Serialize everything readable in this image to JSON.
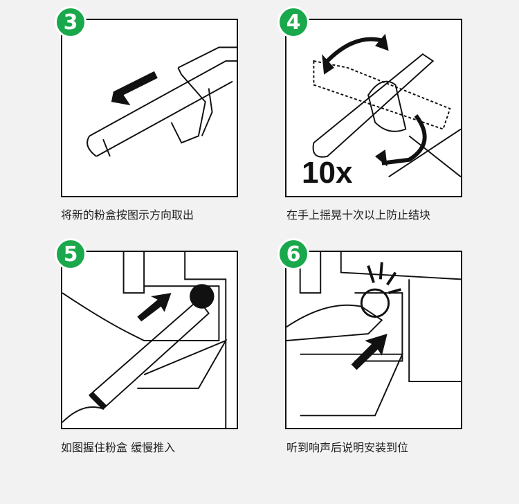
{
  "steps": [
    {
      "number": "3",
      "caption": "将新的粉盒按图示方向取出"
    },
    {
      "number": "4",
      "caption": "在手上摇晃十次以上防止结块",
      "overlay_text": "10x"
    },
    {
      "number": "5",
      "caption": "如图握住粉盒 缓慢推入"
    },
    {
      "number": "6",
      "caption": "听到响声后说明安装到位"
    }
  ],
  "colors": {
    "badge": "#19a84b",
    "line": "#111111"
  }
}
